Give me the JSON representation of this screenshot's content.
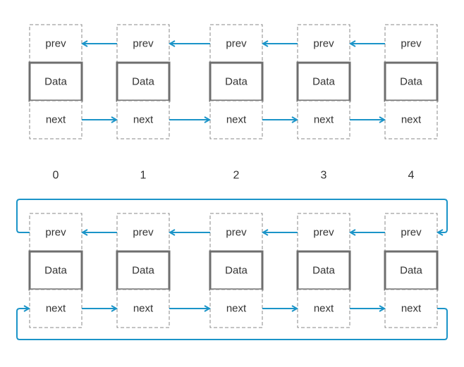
{
  "nodes": [
    {
      "index": "0",
      "prev": "prev",
      "data": "Data",
      "next": "next"
    },
    {
      "index": "1",
      "prev": "prev",
      "data": "Data",
      "next": "next"
    },
    {
      "index": "2",
      "prev": "prev",
      "data": "Data",
      "next": "next"
    },
    {
      "index": "3",
      "prev": "prev",
      "data": "Data",
      "next": "next"
    },
    {
      "index": "4",
      "prev": "prev",
      "data": "Data",
      "next": "next"
    }
  ],
  "colors": {
    "arrow": "#1b94c8",
    "border": "#8a8a8a",
    "data_border": "#6e6e6e",
    "text": "#333333"
  }
}
